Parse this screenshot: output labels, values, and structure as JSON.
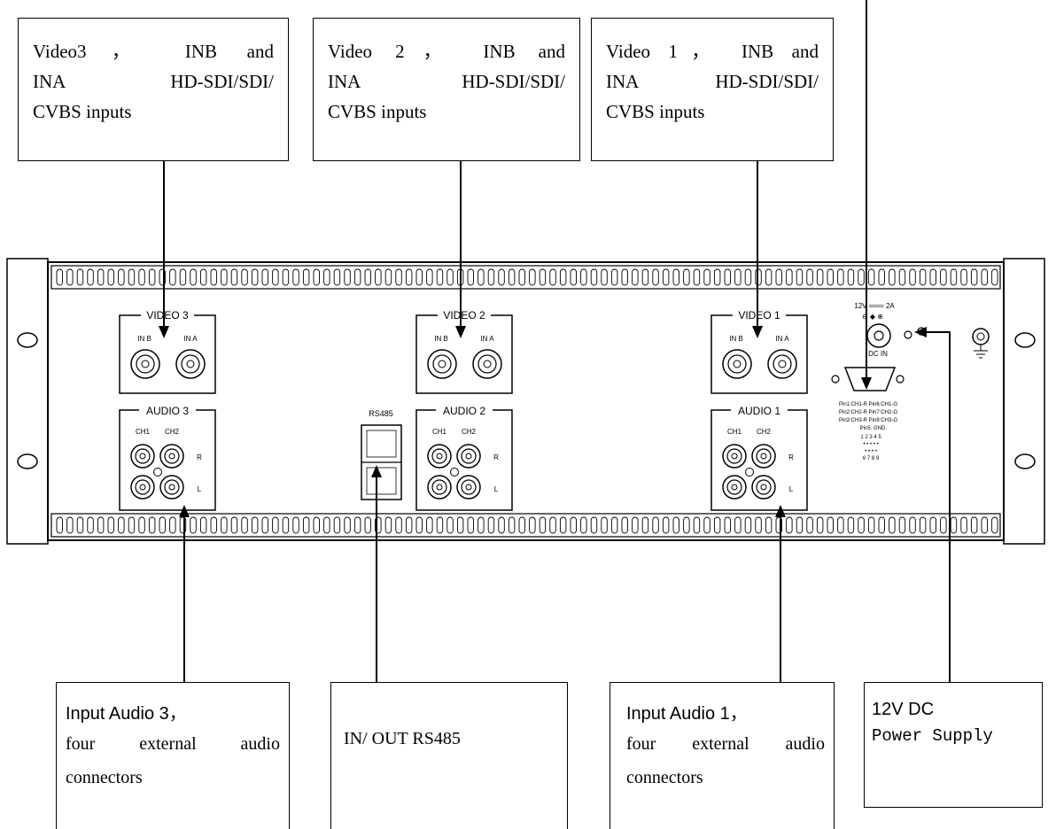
{
  "callouts": {
    "video3": {
      "lines": [
        "Video3， INB and",
        "INA HD-SDI/SDI/",
        "CVBS inputs"
      ]
    },
    "video2": {
      "lines": [
        "Video 2， INB and",
        "INA HD-SDI/SDI/",
        "CVBS inputs"
      ]
    },
    "video1": {
      "lines": [
        "Video 1， INB and",
        "INA HD-SDI/SDI/",
        "CVBS inputs"
      ]
    },
    "audio3": {
      "title": "Input Audio 3，",
      "lines": [
        "four external audio",
        "connectors"
      ]
    },
    "rs485": {
      "label": "IN/ OUT RS485"
    },
    "audio1": {
      "title": "Input Audio 1，",
      "lines": [
        "four external audio",
        "connectors"
      ]
    },
    "power": {
      "title": "12V DC",
      "subtitle": "Power Supply"
    }
  },
  "panel": {
    "video_groups": [
      "VIDEO 3",
      "VIDEO 2",
      "VIDEO 1"
    ],
    "audio_groups": [
      "AUDIO 3",
      "AUDIO 2",
      "AUDIO 1"
    ],
    "input_labels": {
      "inb": "IN B",
      "ina": "IN A"
    },
    "audio_labels": {
      "ch1": "CH1",
      "ch2": "CH2",
      "r": "R",
      "l": "L"
    },
    "rs485_label": "RS485",
    "dc_rating": "12V ═══ 2A",
    "dc_polarity": "⊖ ◆ ⊕",
    "dc_in_label": "DC IN",
    "pin_table": [
      "Pin1:CH1-R  Pin6:CH1-G",
      "Pin2:CH2-R  Pin7:CH2-G",
      "Pin3:CH3-R  Pin8:CH3-G",
      "Pin5: GND"
    ],
    "pin_numbers_top": "1 2 3 4 5",
    "pin_numbers_bottom": "6 7 8 9"
  }
}
